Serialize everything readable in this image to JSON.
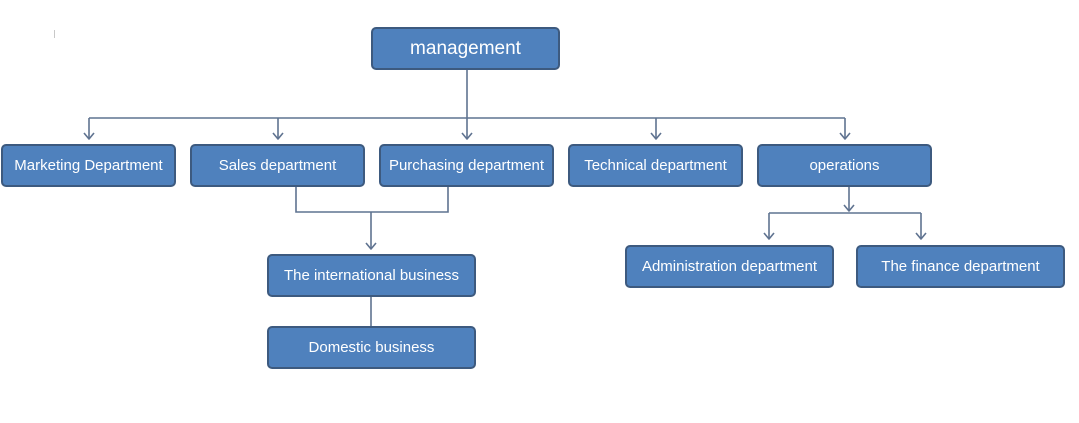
{
  "colors": {
    "node_fill": "#4f81bd",
    "node_border": "#3d5a7f",
    "connector": "#5f7390"
  },
  "nodes": {
    "management": "management",
    "marketing": "Marketing Department",
    "sales": "Sales department",
    "purchasing": "Purchasing department",
    "technical": "Technical department",
    "operations": "operations",
    "international": "The international business",
    "domestic": "Domestic business",
    "administration": "Administration department",
    "finance": "The finance department"
  }
}
